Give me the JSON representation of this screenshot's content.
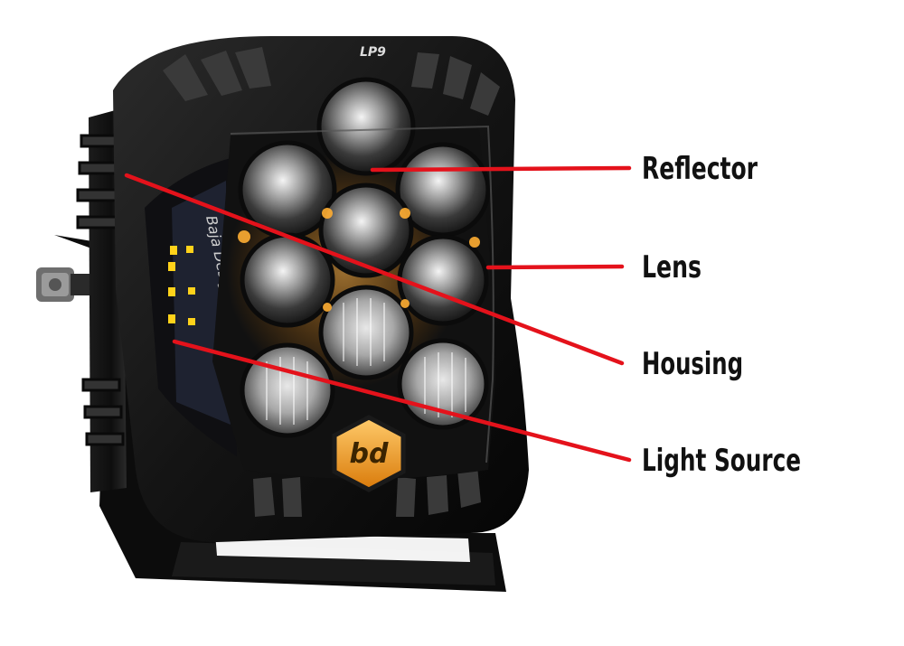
{
  "diagram": {
    "subject": {
      "model_badge": "LP9",
      "side_brand_text": "Baja Designs",
      "logo_text": "bd"
    },
    "callout_color": "#e4121b",
    "callouts": [
      {
        "id": "reflector",
        "label": "Reflector"
      },
      {
        "id": "lens",
        "label": "Lens"
      },
      {
        "id": "housing",
        "label": "Housing"
      },
      {
        "id": "light-source",
        "label": "Light Source"
      }
    ]
  }
}
